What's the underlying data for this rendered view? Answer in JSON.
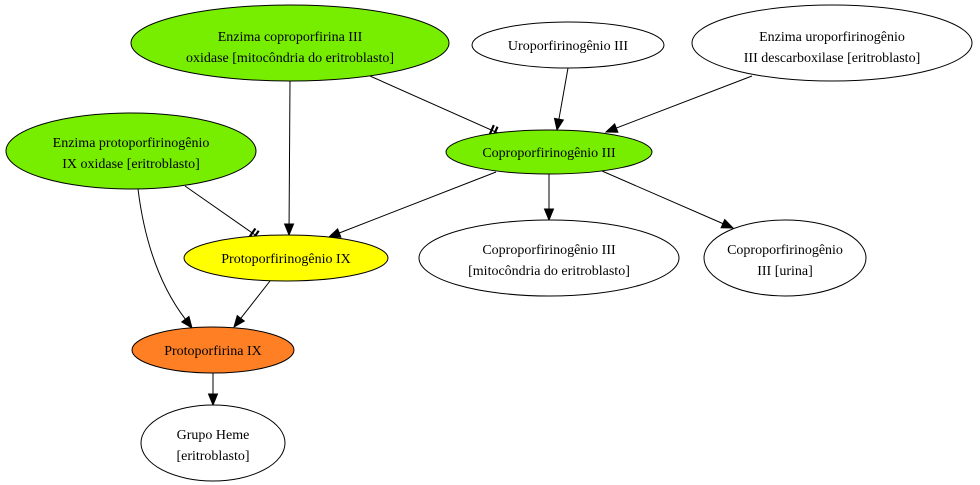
{
  "colors": {
    "green": "#77ee00",
    "yellow": "#ffff00",
    "orange": "#ff7f24",
    "white": "#ffffff",
    "stroke": "#000000"
  },
  "nodes": {
    "enz_copro": {
      "lines": [
        "Enzima coproporfirina III",
        "oxidase [mitocôndria do eritroblasto]"
      ],
      "color": "green"
    },
    "urop": {
      "lines": [
        "Uroporfirinogênio III"
      ],
      "color": "white"
    },
    "enz_uro": {
      "lines": [
        "Enzima uroporfirinogênio",
        "III descarboxilase [eritroblasto]"
      ],
      "color": "white"
    },
    "enz_proto": {
      "lines": [
        "Enzima protoporfirinogênio",
        "IX oxidase [eritroblasto]"
      ],
      "color": "green"
    },
    "copro": {
      "lines": [
        "Coproporfirinogênio III"
      ],
      "color": "green"
    },
    "protogen": {
      "lines": [
        "Protoporfirinogênio IX"
      ],
      "color": "yellow"
    },
    "copro_mito": {
      "lines": [
        "Coproporfirinogênio III",
        "[mitocôndria do eritroblasto]"
      ],
      "color": "white"
    },
    "copro_urina": {
      "lines": [
        "Coproporfirinogênio",
        "III [urina]"
      ],
      "color": "white"
    },
    "protop": {
      "lines": [
        "Protoporfirina IX"
      ],
      "color": "orange"
    },
    "heme": {
      "lines": [
        "Grupo Heme",
        "[eritroblasto]"
      ],
      "color": "white"
    }
  },
  "edges": [
    {
      "from": "urop",
      "to": "copro",
      "type": "arrow"
    },
    {
      "from": "enz_uro",
      "to": "copro",
      "type": "arrow"
    },
    {
      "from": "enz_copro",
      "to": "copro",
      "type": "inhibit"
    },
    {
      "from": "enz_copro",
      "to": "protogen",
      "type": "arrow"
    },
    {
      "from": "copro",
      "to": "protogen",
      "type": "arrow"
    },
    {
      "from": "copro",
      "to": "copro_mito",
      "type": "arrow"
    },
    {
      "from": "copro",
      "to": "copro_urina",
      "type": "arrow"
    },
    {
      "from": "enz_proto",
      "to": "protogen",
      "type": "inhibit"
    },
    {
      "from": "enz_proto",
      "to": "protop",
      "type": "arrow"
    },
    {
      "from": "protogen",
      "to": "protop",
      "type": "arrow"
    },
    {
      "from": "protop",
      "to": "heme",
      "type": "arrow"
    }
  ]
}
